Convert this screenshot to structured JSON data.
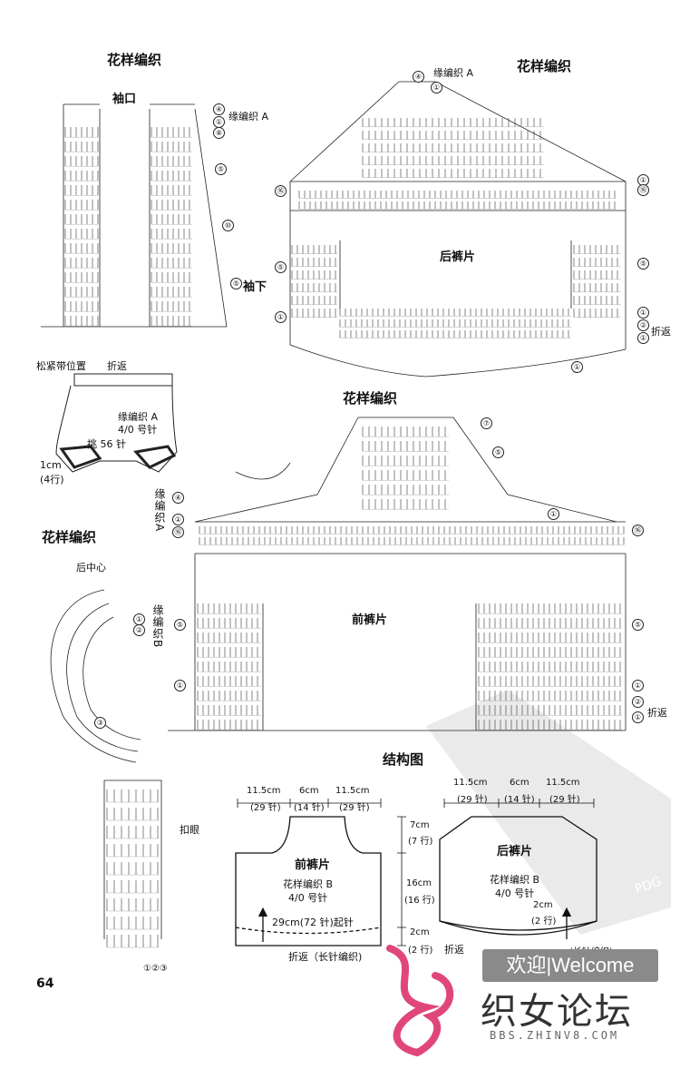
{
  "titles": {
    "sleeve_pattern": "花样编织",
    "back_pattern": "花样编织",
    "front_pattern": "花样编织",
    "edge_pattern": "花样编织",
    "structure": "结构图"
  },
  "sleeve": {
    "cuff": "袖口",
    "underarm": "袖下",
    "edge_a": "缘编织 A",
    "r4": "④",
    "r1": "①",
    "r8": "⑧",
    "r5": "⑤",
    "r10": "⑩",
    "r5b": "⑤"
  },
  "back_chart": {
    "edge_a": "缘编织 A",
    "piece": "后裤片",
    "fold": "折返",
    "r4": "④",
    "r1": "①",
    "r16": "⑯",
    "r5": "⑤",
    "r2": "②",
    "r1b": "①",
    "r1c": "①"
  },
  "pants_sketch": {
    "elastic": "松紧带位置",
    "fold": "折返",
    "edge_a": "缘编织 A",
    "needle": "4/0 号针",
    "pick": "挑 56 针",
    "cm": "1cm",
    "rows": "(4行)"
  },
  "front_chart": {
    "edge_a_v": "缘编织A",
    "piece": "前裤片",
    "fold": "折返",
    "r7": "⑦",
    "r5": "⑤",
    "r1": "①",
    "r16": "⑯",
    "r4": "④",
    "r2": "②"
  },
  "edge_b": {
    "back_center": "后中心",
    "label_v": "缘编织B",
    "buttonhole": "扣眼",
    "r1": "①",
    "r2": "②",
    "r3": "③",
    "bottom": "①②③"
  },
  "structure_front": {
    "w1": "11.5cm",
    "w1s": "(29 针)",
    "w2": "6cm",
    "w2s": "(14 针)",
    "w3": "11.5cm",
    "w3s": "(29 针)",
    "name": "前裤片",
    "pattern": "花样编织 B",
    "needle": "4/0 号针",
    "cast": "29cm(72 针)起针",
    "fold": "折返（长针编织)"
  },
  "structure_mid": {
    "h1": "7cm",
    "h1s": "(7 行)",
    "h2": "16cm",
    "h2s": "(16 行)",
    "h3": "2cm",
    "h3s": "(2 行)"
  },
  "structure_back": {
    "w1": "11.5cm",
    "w1s": "(29 针)",
    "w2": "6cm",
    "w2s": "(14 针)",
    "w3": "11.5cm",
    "w3s": "(29 针)",
    "name": "后裤片",
    "pattern": "花样编织 B",
    "needle": "4/0 号针",
    "h": "2cm",
    "hs": "(2 行)",
    "fold": "折返",
    "long": "(长针编织)"
  },
  "footer": {
    "page": "64",
    "welcome": "欢迎|Welcome",
    "forum": "织女论坛",
    "url": "BBS.ZHINV8.COM",
    "pdg": "PDG"
  }
}
